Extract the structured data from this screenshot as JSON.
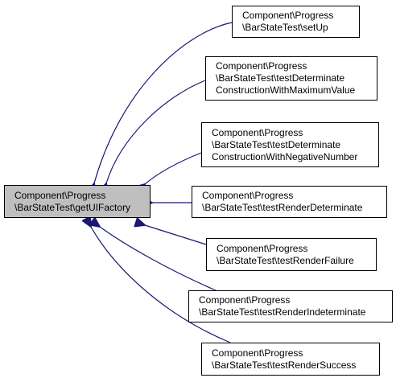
{
  "colors": {
    "edge": "#191970",
    "source_fill": "#bfbfbf",
    "node_fill": "#ffffff",
    "border": "#000000"
  },
  "source": {
    "lines": [
      "Component\\Progress",
      "\\BarStateTest\\getUIFactory"
    ]
  },
  "callers": [
    {
      "lines": [
        "Component\\Progress",
        "\\BarStateTest\\setUp"
      ]
    },
    {
      "lines": [
        "Component\\Progress",
        "\\BarStateTest\\testDeterminate",
        "ConstructionWithMaximumValue"
      ]
    },
    {
      "lines": [
        "Component\\Progress",
        "\\BarStateTest\\testDeterminate",
        "ConstructionWithNegativeNumber"
      ]
    },
    {
      "lines": [
        "Component\\Progress",
        "\\BarStateTest\\testRenderDeterminate"
      ]
    },
    {
      "lines": [
        "Component\\Progress",
        "\\BarStateTest\\testRenderFailure"
      ]
    },
    {
      "lines": [
        "Component\\Progress",
        "\\BarStateTest\\testRenderIndeterminate"
      ]
    },
    {
      "lines": [
        "Component\\Progress",
        "\\BarStateTest\\testRenderSuccess"
      ]
    }
  ]
}
